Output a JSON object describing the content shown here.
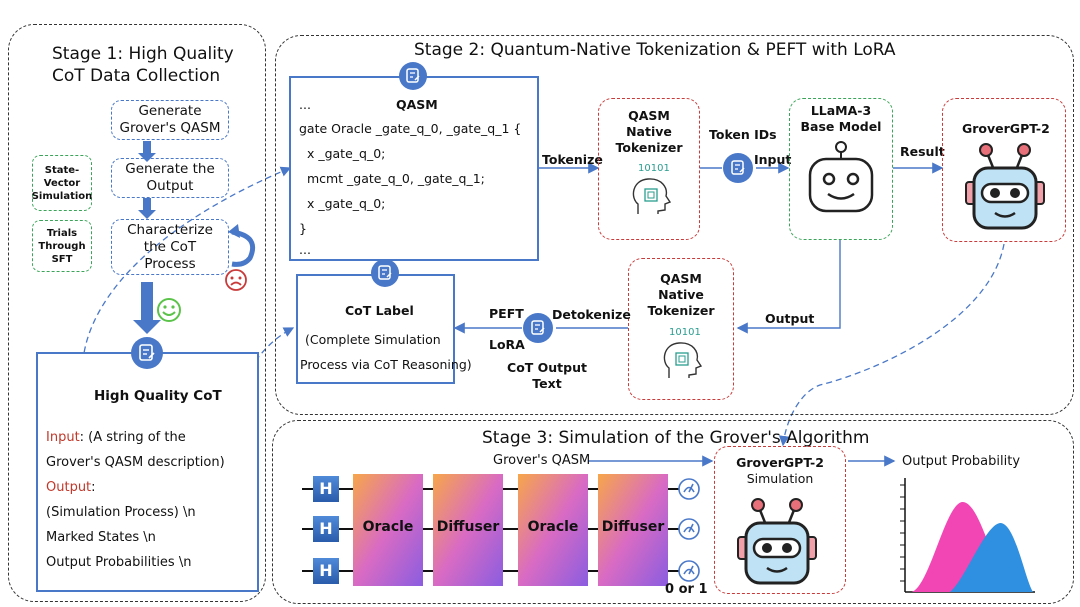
{
  "stage1": {
    "title_line1": "Stage 1: High Quality",
    "title_line2": "CoT Data Collection",
    "step1_line1": "Generate",
    "step1_line2": "Grover's QASM",
    "step2_line1": "Generate the",
    "step2_line2": "Output",
    "step3_line1": "Characterize",
    "step3_line2": "the CoT",
    "step3_line3": "Process",
    "side1_line1": "State-",
    "side1_line2": "Vector",
    "side1_line3": "Simulation",
    "side2_line1": "Trials",
    "side2_line2": "Through",
    "side2_line3": "SFT",
    "hq_title": "High Quality CoT",
    "input_label": "Input",
    "input_line1": ": (A string of the",
    "input_line2": "Grover's QASM description)",
    "output_label": "Output",
    "output_colon": ":",
    "output_line1": "(Simulation Process) \\n",
    "output_line2": "Marked States \\n",
    "output_line3": "Output Probabilities \\n"
  },
  "stage2": {
    "title": "Stage 2: Quantum-Native Tokenization & PEFT with LoRA",
    "qasm_title": "QASM",
    "code": [
      "...",
      "gate Oracle _gate_q_0, _gate_q_1 {",
      "  x _gate_q_0;",
      "  mcmt _gate_q_0, _gate_q_1;",
      "  x _gate_q_0;",
      "}",
      "..."
    ],
    "tokenize": "Tokenize",
    "tokenizer_line1": "QASM",
    "tokenizer_line2": "Native",
    "tokenizer_line3": "Tokenizer",
    "binary": "10101",
    "token_ids": "Token IDs",
    "input": "Input",
    "llama_line1": "LLaMA-3",
    "llama_line2": "Base Model",
    "result": "Result",
    "grovergpt": "GroverGPT-2",
    "output": "Output",
    "detokenize": "Detokenize",
    "peft": "PEFT",
    "lora": "LoRA",
    "cot_output_line1": "CoT Output",
    "cot_output_line2": "Text",
    "cot_label_title": "CoT Label",
    "cot_label_line1": "(Complete Simulation",
    "cot_label_line2": "Process via CoT Reasoning)"
  },
  "stage3": {
    "title": "Stage 3: Simulation of the Grover's Algorithm",
    "grovers_qasm": "Grover's QASM",
    "h_gate": "H",
    "oracle": "Oracle",
    "diffuser": "Diffuser",
    "zero_or_one": "0 or 1",
    "sim_line1": "GroverGPT-2",
    "sim_line2": "Simulation",
    "output_probability": "Output Probability"
  },
  "colors": {
    "blue": "#4a78c8",
    "green": "#3aa558",
    "red": "#c93a3a",
    "robot_face": "#bfe3f5",
    "pink_dist": "#f246b5",
    "blue_dist": "#2f8fe0"
  }
}
